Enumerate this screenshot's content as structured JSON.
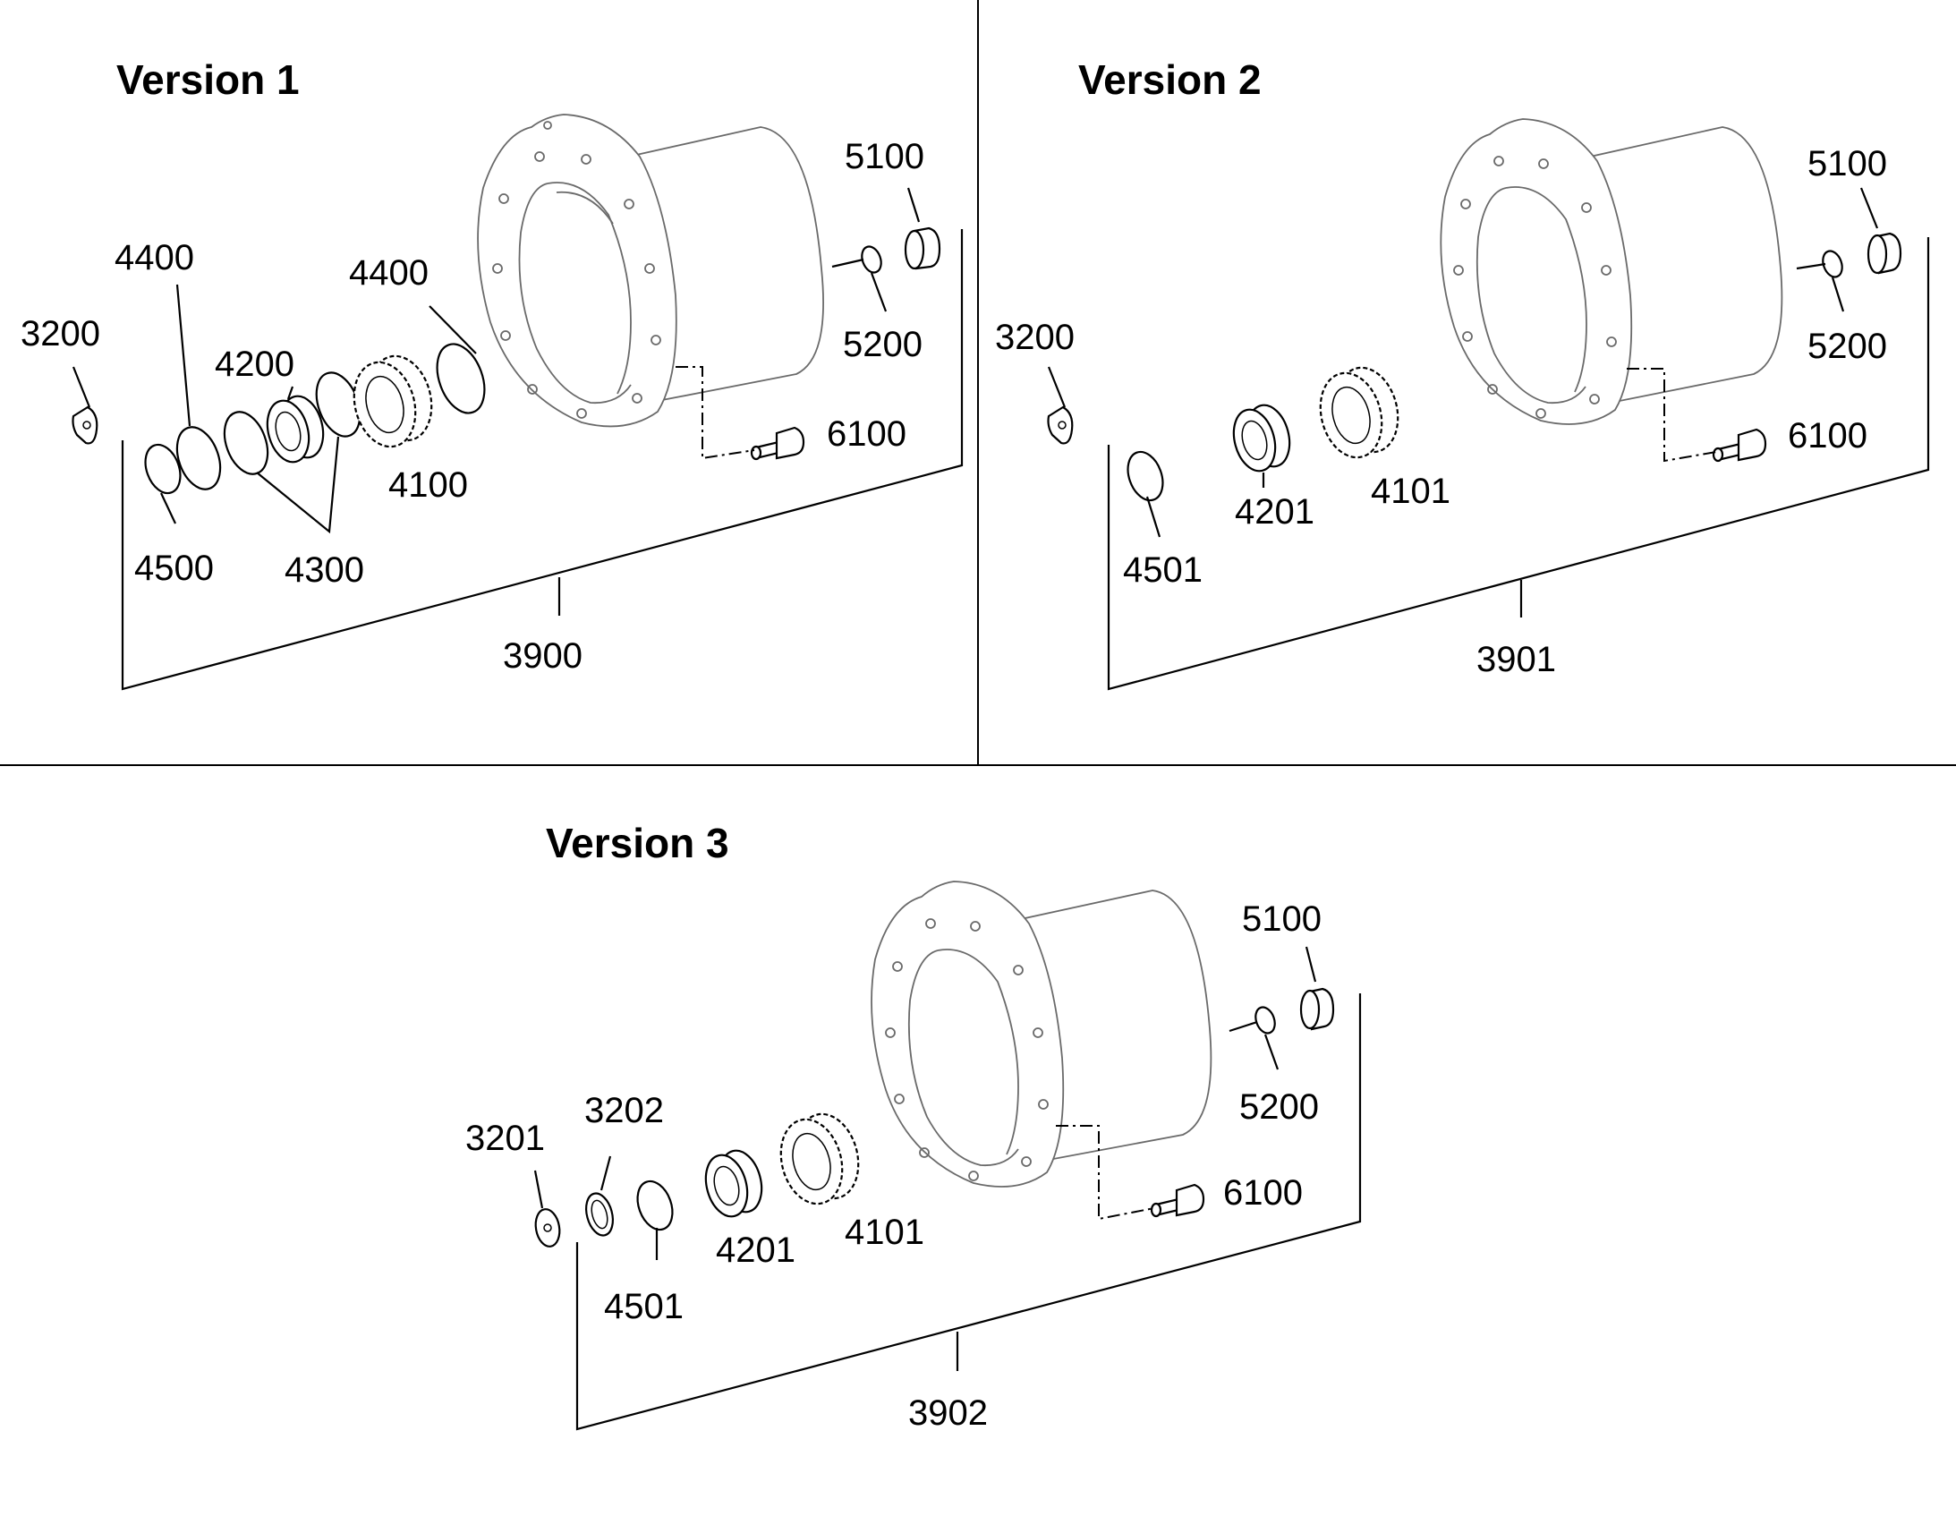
{
  "versions": [
    {
      "title": "Version 1",
      "assembly": "3900",
      "parts": [
        "3200",
        "4400",
        "4200",
        "4400",
        "4100",
        "4500",
        "4300",
        "5100",
        "5200",
        "6100"
      ]
    },
    {
      "title": "Version 2",
      "assembly": "3901",
      "parts": [
        "3200",
        "4501",
        "4201",
        "4101",
        "5100",
        "5200",
        "6100"
      ]
    },
    {
      "title": "Version 3",
      "assembly": "3902",
      "parts": [
        "3201",
        "3202",
        "4501",
        "4201",
        "4101",
        "5100",
        "5200",
        "6100"
      ]
    }
  ],
  "colors": {
    "ink": "#000000",
    "hub_outline": "#6a6a6a",
    "background": "#ffffff"
  },
  "icons": [
    "flange-hub-drawing",
    "bearing-drawing",
    "gear-ring-drawing",
    "snap-ring-drawing",
    "plug-drawing",
    "screw-drawing",
    "washer-drawing"
  ]
}
